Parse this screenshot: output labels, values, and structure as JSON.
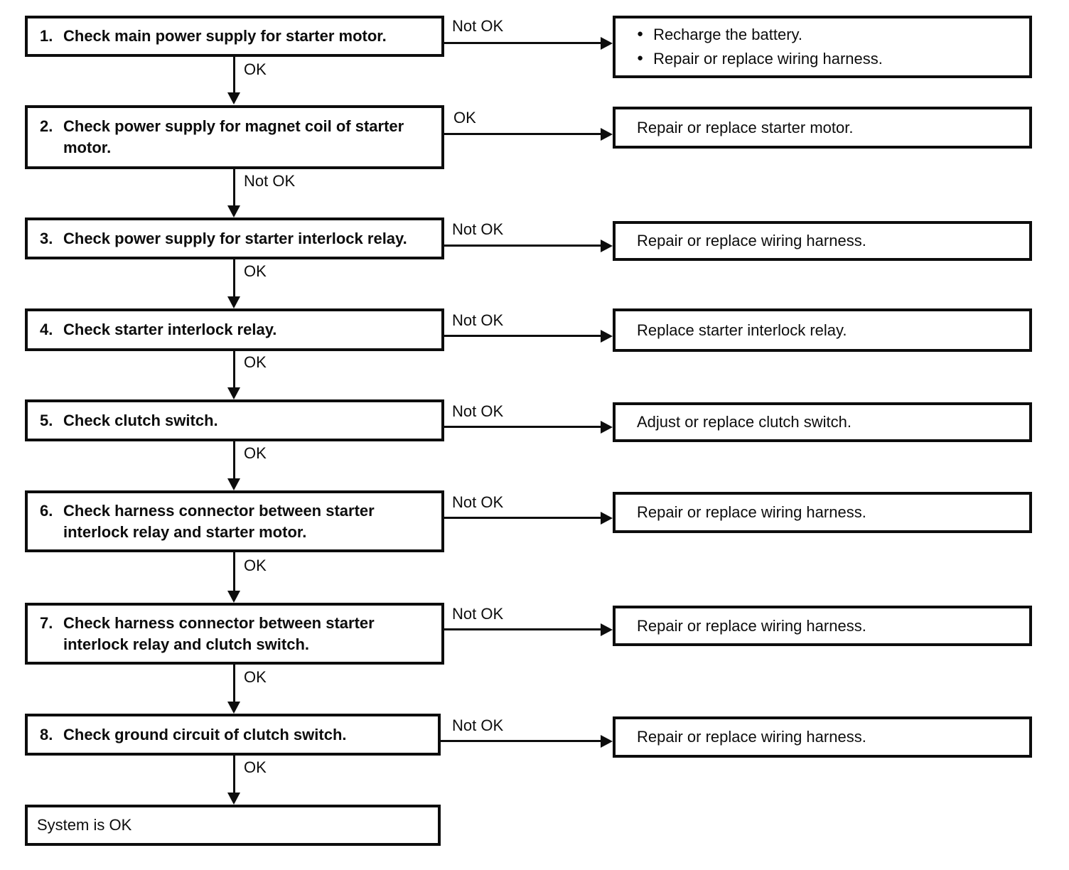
{
  "flowchart": {
    "bullet_glyph": "●",
    "colors": {
      "line": "#0d0d0d",
      "background": "#ffffff",
      "text": "#0d0d0d"
    },
    "steps": [
      {
        "number": "1.",
        "lines": [
          "Check main power supply for starter motor."
        ],
        "branch_label": "Not OK",
        "down_label": "OK",
        "remedy": {
          "bulleted": true,
          "lines": [
            "Recharge the battery.",
            "Repair or replace wiring harness."
          ]
        }
      },
      {
        "number": "2.",
        "lines": [
          "Check power supply for magnet coil of starter",
          "motor."
        ],
        "branch_label": "OK",
        "down_label": "Not OK",
        "remedy": {
          "bulleted": false,
          "lines": [
            "Repair or replace starter motor."
          ]
        }
      },
      {
        "number": "3.",
        "lines": [
          "Check power supply for starter interlock relay."
        ],
        "branch_label": "Not OK",
        "down_label": "OK",
        "remedy": {
          "bulleted": false,
          "lines": [
            "Repair or replace wiring harness."
          ]
        }
      },
      {
        "number": "4.",
        "lines": [
          "Check starter interlock relay."
        ],
        "branch_label": "Not OK",
        "down_label": "OK",
        "remedy": {
          "bulleted": false,
          "lines": [
            "Replace starter interlock relay."
          ]
        }
      },
      {
        "number": "5.",
        "lines": [
          "Check clutch switch."
        ],
        "branch_label": "Not OK",
        "down_label": "OK",
        "remedy": {
          "bulleted": false,
          "lines": [
            "Adjust or replace clutch switch."
          ]
        }
      },
      {
        "number": "6.",
        "lines": [
          "Check harness connector between starter",
          "interlock relay and starter motor."
        ],
        "branch_label": "Not OK",
        "down_label": "OK",
        "remedy": {
          "bulleted": false,
          "lines": [
            "Repair or replace wiring harness."
          ]
        }
      },
      {
        "number": "7.",
        "lines": [
          "Check harness connector between starter",
          "interlock relay and clutch switch."
        ],
        "branch_label": "Not OK",
        "down_label": "OK",
        "remedy": {
          "bulleted": false,
          "lines": [
            "Repair or replace wiring harness."
          ]
        }
      },
      {
        "number": "8.",
        "lines": [
          "Check ground circuit of clutch switch."
        ],
        "branch_label": "Not OK",
        "down_label": "OK",
        "remedy": {
          "bulleted": false,
          "lines": [
            "Repair or replace wiring harness."
          ]
        }
      }
    ],
    "terminal": "System is OK"
  }
}
